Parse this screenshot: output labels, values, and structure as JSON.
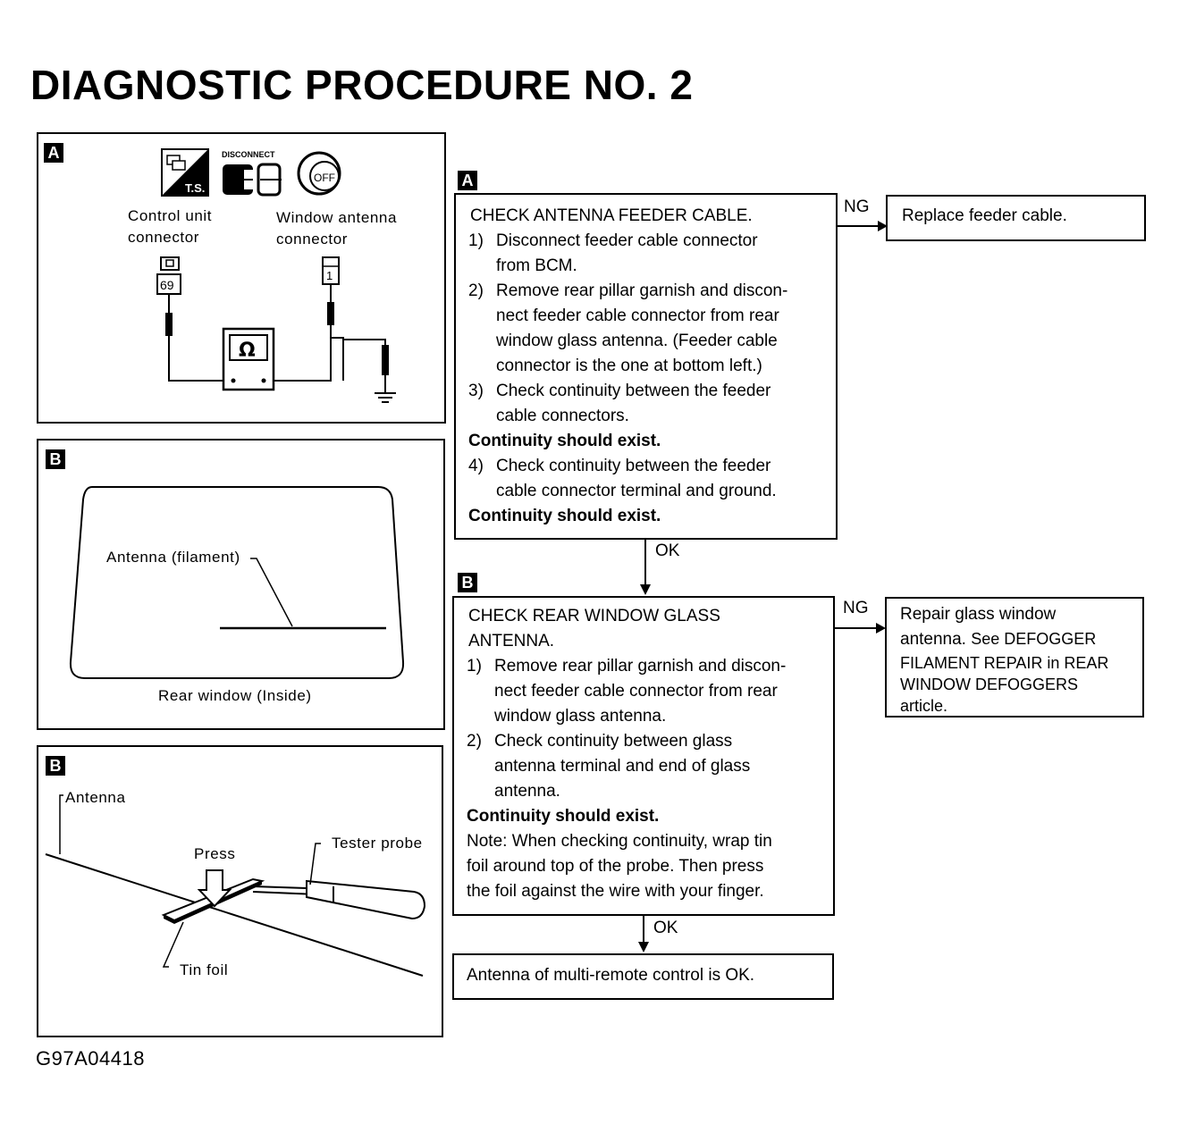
{
  "title": "DIAGNOSTIC PROCEDURE NO. 2",
  "figure_code": "G97A04418",
  "panels": [
    {
      "tag": "A",
      "labels": {
        "control_unit_line1": "Control unit",
        "control_unit_line2": "connector",
        "window_antenna_line1": "Window antenna",
        "window_antenna_line2": "connector",
        "terminal_left": "69",
        "terminal_right": "1",
        "disconnect": "DISCONNECT",
        "ts": "T.S.",
        "ohm": "Ω",
        "off": "OFF"
      }
    },
    {
      "tag": "B",
      "labels": {
        "antenna": "Antenna (filament)",
        "rear_window": "Rear window (Inside)"
      }
    },
    {
      "tag": "B",
      "labels": {
        "antenna": "Antenna",
        "press": "Press",
        "tester_probe": "Tester probe",
        "tin_foil": "Tin foil"
      }
    }
  ],
  "flow": {
    "step1": {
      "tag": "A",
      "heading": "CHECK ANTENNA FEEDER CABLE.",
      "items": [
        {
          "num": "1)",
          "lines": [
            "Disconnect feeder cable connector",
            "from BCM."
          ]
        },
        {
          "num": "2)",
          "lines": [
            "Remove rear pillar garnish and discon-",
            "nect feeder cable connector from rear",
            "window glass antenna. (Feeder cable",
            "connector is the one at bottom left.)"
          ]
        },
        {
          "num": "3)",
          "lines": [
            "Check continuity between the feeder",
            "cable connectors."
          ]
        }
      ],
      "result1": "Continuity should exist.",
      "item4": {
        "num": "4)",
        "lines": [
          "Check continuity between the feeder",
          "cable connector terminal and ground."
        ]
      },
      "result2": "Continuity should exist.",
      "ng_label": "NG",
      "ng_action": "Replace feeder cable.",
      "ok_label": "OK"
    },
    "step2": {
      "tag": "B",
      "heading_lines": [
        "CHECK REAR WINDOW GLASS",
        "ANTENNA."
      ],
      "items": [
        {
          "num": "1)",
          "lines": [
            "Remove rear pillar garnish and discon-",
            "nect feeder cable connector from rear",
            "window glass antenna."
          ]
        },
        {
          "num": "2)",
          "lines": [
            "Check continuity between glass",
            "antenna terminal and end of glass",
            "antenna."
          ]
        }
      ],
      "result": "Continuity should exist.",
      "note_lines": [
        "Note: When checking continuity, wrap tin",
        "foil around top of the probe. Then press",
        "the foil against the wire with your finger."
      ],
      "ng_label": "NG",
      "ng_action_lines": [
        "Repair glass window",
        "antenna.",
        "See DEFOGGER",
        "FILAMENT REPAIR in REAR",
        "WINDOW DEFOGGERS",
        "article."
      ],
      "ok_label": "OK"
    },
    "final": "Antenna of multi-remote control is OK."
  }
}
